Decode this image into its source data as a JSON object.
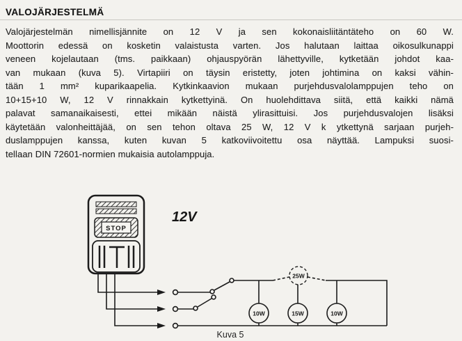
{
  "page": {
    "paper_color": "#f3f2ee",
    "ink_color": "#222222"
  },
  "heading": "VALOJÄRJESTELMÄ",
  "body": {
    "lines": [
      "Valojärjestelmän nimellisjännite on 12 V ja sen kokonaisliitäntäteho on 60 W.",
      "Moottorin edessä on kosketin valaistusta varten. Jos halutaan laittaa oikosulkunappi",
      "veneen kojelautaan (tms. paikkaan) ohjauspyörän lähettyville, kytketään johdot kaa-",
      "van mukaan (kuva 5). Virtapiiri on täysin eristetty, joten johtimina on kaksi vähin-",
      "tään 1 mm² kuparikaapelia. Kytkinkaavion mukaan purjehdusvalolamppujen teho on",
      "10+15+10 W, 12 V rinnakkain kytkettyinä. On huolehdittava siitä, että kaikki nämä",
      "palavat samanaikaisesti, ettei mikään näistä ylirasittuisi. Jos purjehdusvalojen lisäksi",
      "käytetään valonheittäjää, on sen tehon oltava 25 W, 12 V k ytkettynä sarjaan purjeh-",
      "duslamppujen kanssa, kuten kuvan 5 katkoviivoitettu osa näyttää. Lampuksi suosi-",
      "tellaan DIN 72601-normien mukaisia autolamppuja."
    ]
  },
  "diagram": {
    "voltage_label": "12V",
    "caption": "Kuva 5",
    "motor": {
      "stop_label": "STOP"
    },
    "floodlight": {
      "label": "25W",
      "style": "dashed"
    },
    "lamps": [
      {
        "label": "10W"
      },
      {
        "label": "15W"
      },
      {
        "label": "10W"
      }
    ]
  }
}
